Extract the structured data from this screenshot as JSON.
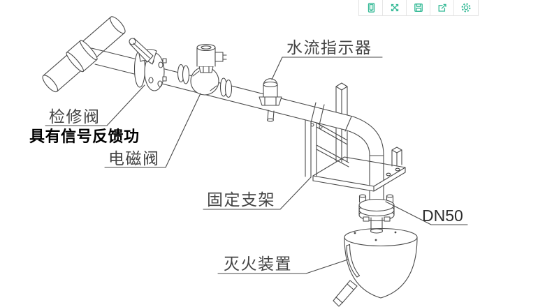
{
  "toolbar": {
    "accent_color": "#35ba96",
    "icons": [
      {
        "name": "device-preview-icon"
      },
      {
        "name": "fullscreen-icon"
      },
      {
        "name": "save-icon"
      },
      {
        "name": "share-icon"
      },
      {
        "name": "settings-icon"
      }
    ]
  },
  "diagram": {
    "labels": {
      "maintenance_valve": "检修阀",
      "signal_feedback_note": "具有信号反馈功",
      "solenoid_valve": "电磁阀",
      "water_flow_indicator": "水流指示器",
      "fixed_bracket": "固定支架",
      "pipe_size": "DN50",
      "extinguishing_device": "灭火装置"
    },
    "colors": {
      "line": "#4a4a4a",
      "label_text": "#454545",
      "note_text": "#000000"
    }
  }
}
